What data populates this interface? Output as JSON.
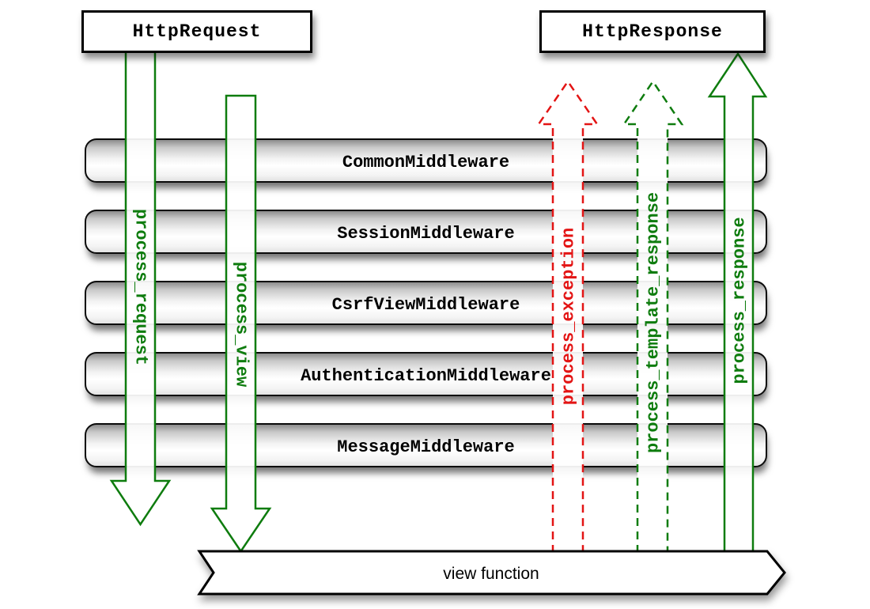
{
  "diagram": {
    "request_box": "HttpRequest",
    "response_box": "HttpResponse",
    "middleware": [
      "CommonMiddleware",
      "SessionMiddleware",
      "CsrfViewMiddleware",
      "AuthenticationMiddleware",
      "MessageMiddleware"
    ],
    "arrows": [
      {
        "label": "process_request",
        "direction": "down",
        "line": "solid",
        "color": "green"
      },
      {
        "label": "process_view",
        "direction": "down",
        "line": "solid",
        "color": "green"
      },
      {
        "label": "process_exception",
        "direction": "up",
        "line": "dashed",
        "color": "red"
      },
      {
        "label": "process_template_response",
        "direction": "up",
        "line": "dashed",
        "color": "green"
      },
      {
        "label": "process_response",
        "direction": "up",
        "line": "solid",
        "color": "green"
      }
    ],
    "view_function_label": "view function"
  },
  "colors": {
    "green": "#0e7c0e",
    "red": "#e31414",
    "border": "#000000",
    "background": "#ffffff"
  }
}
